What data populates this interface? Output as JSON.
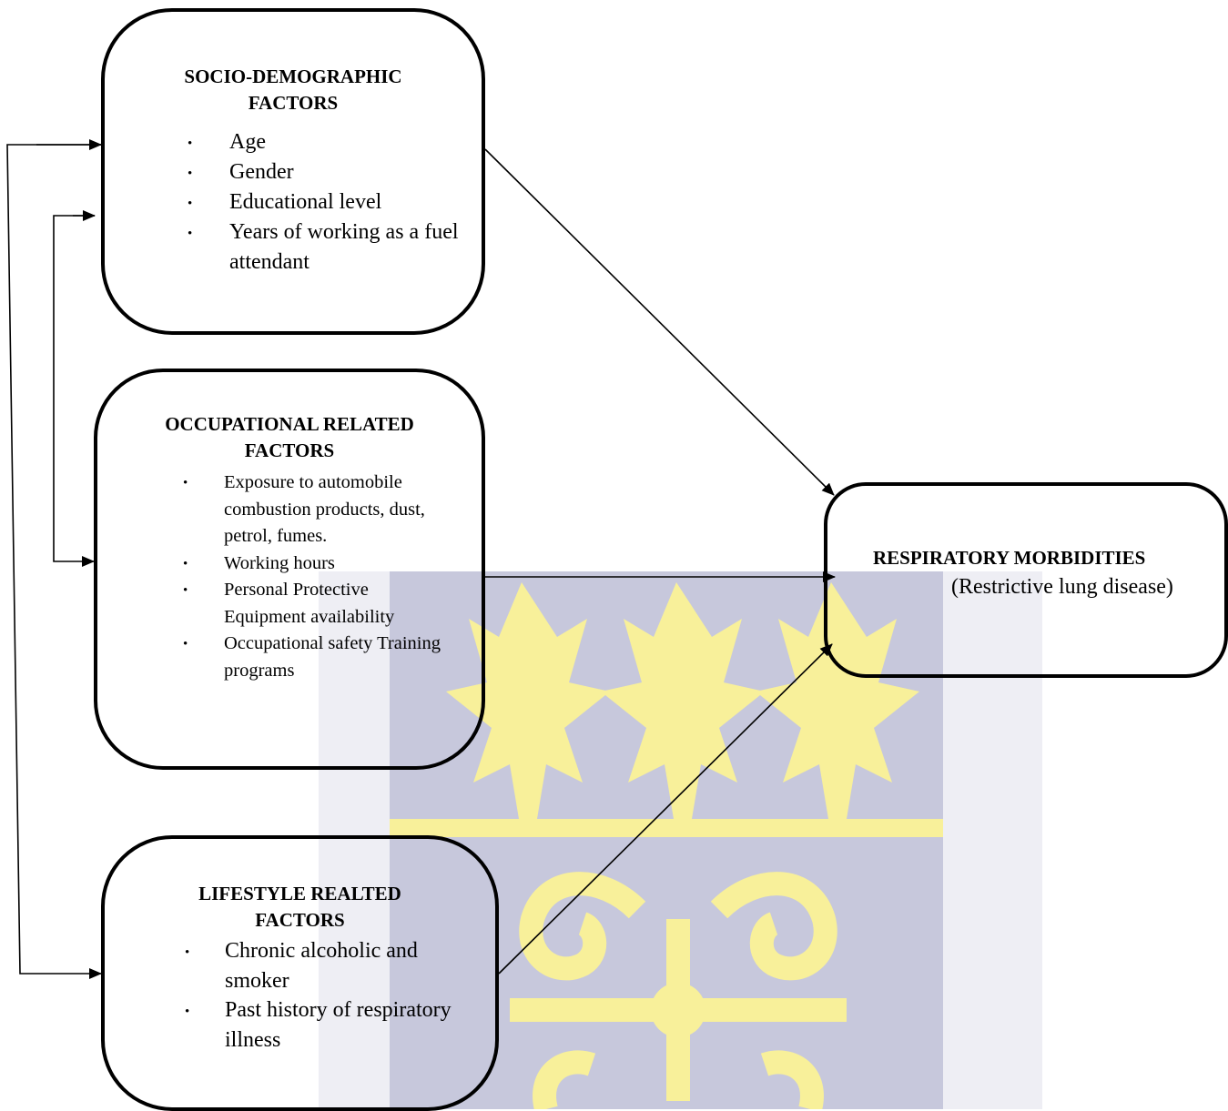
{
  "colors": {
    "watermark_blue": "#c7c8dc",
    "watermark_yellow": "#f8f09a",
    "line": "#000000"
  },
  "boxes": {
    "socio": {
      "title_line1": "SOCIO-DEMOGRAPHIC",
      "title_line2": "FACTORS",
      "items": [
        "Age",
        "Gender",
        "Educational level",
        "Years of working as a fuel attendant"
      ]
    },
    "occupational": {
      "title_line1": "OCCUPATIONAL RELATED",
      "title_line2": "FACTORS",
      "items": [
        "Exposure to automobile combustion products, dust, petrol, fumes.",
        "Working hours",
        "Personal Protective Equipment availability",
        "Occupational safety Training programs"
      ]
    },
    "lifestyle": {
      "title_line1": "LIFESTYLE REALTED",
      "title_line2": "FACTORS",
      "items": [
        "Chronic alcoholic and smoker",
        "Past history of respiratory illness"
      ]
    },
    "outcome": {
      "title": "RESPIRATORY MORBIDITIES",
      "subtitle": "(Restrictive lung disease)"
    }
  }
}
